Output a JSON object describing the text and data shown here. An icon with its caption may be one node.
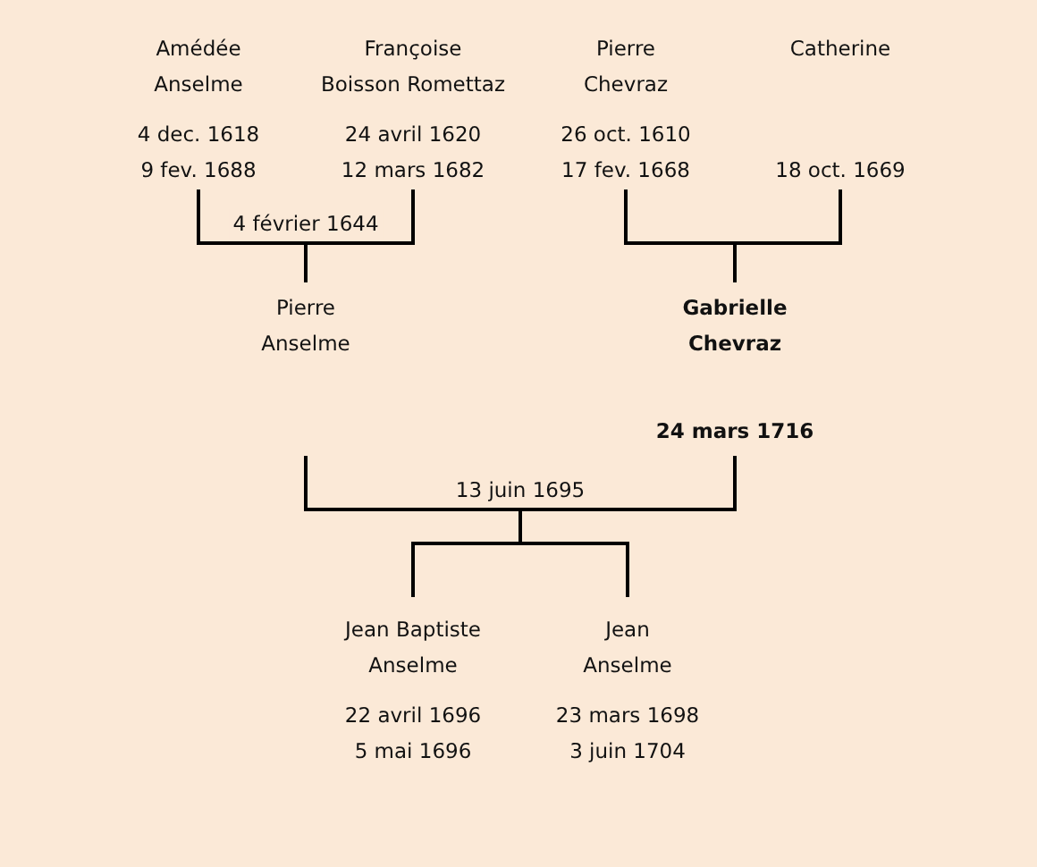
{
  "diagram": {
    "nodes": [
      {
        "text": [
          "Amédée Anselme",
          "4 dec. 1618",
          "9 fev. 1688"
        ]
      },
      {
        "text": [
          "Françoise Boisson Romettaz",
          "24 avril 1620",
          "12 mars 1682"
        ]
      },
      {
        "text": [
          "Pierre Chevraz",
          "26 oct. 1610",
          "17 fev. 1668"
        ]
      },
      {
        "text": [
          "Catherine",
          "18 oct. 1669"
        ]
      },
      {
        "text": [
          "Pierre Anselme"
        ]
      },
      {
        "text": [
          "Gabrielle Chevraz",
          "24 mars 1716"
        ]
      },
      {
        "text": [
          "Jean Baptiste Anselme",
          "22 avril 1696",
          "5 mai 1696"
        ]
      },
      {
        "text": [
          "Jean Anselme",
          "23 mars 1698",
          "3 juin 1704"
        ]
      }
    ],
    "edges": [
      {
        "from": 0,
        "to": 4,
        "arrow": "none",
        "label": "4 février 1644"
      },
      {
        "from": 1,
        "to": 4,
        "arrow": "none"
      },
      {
        "from": 2,
        "to": 5,
        "arrow": "none"
      },
      {
        "from": 3,
        "to": 5,
        "arrow": "none"
      },
      {
        "from": 4,
        "to": 6,
        "arrow": "none",
        "label": "13 juin 1695"
      },
      {
        "from": 4,
        "to": 7,
        "arrow": "none"
      },
      {
        "from": 5,
        "to": 6,
        "arrow": "none"
      },
      {
        "from": 5,
        "to": 7,
        "arrow": "none"
      }
    ]
  }
}
